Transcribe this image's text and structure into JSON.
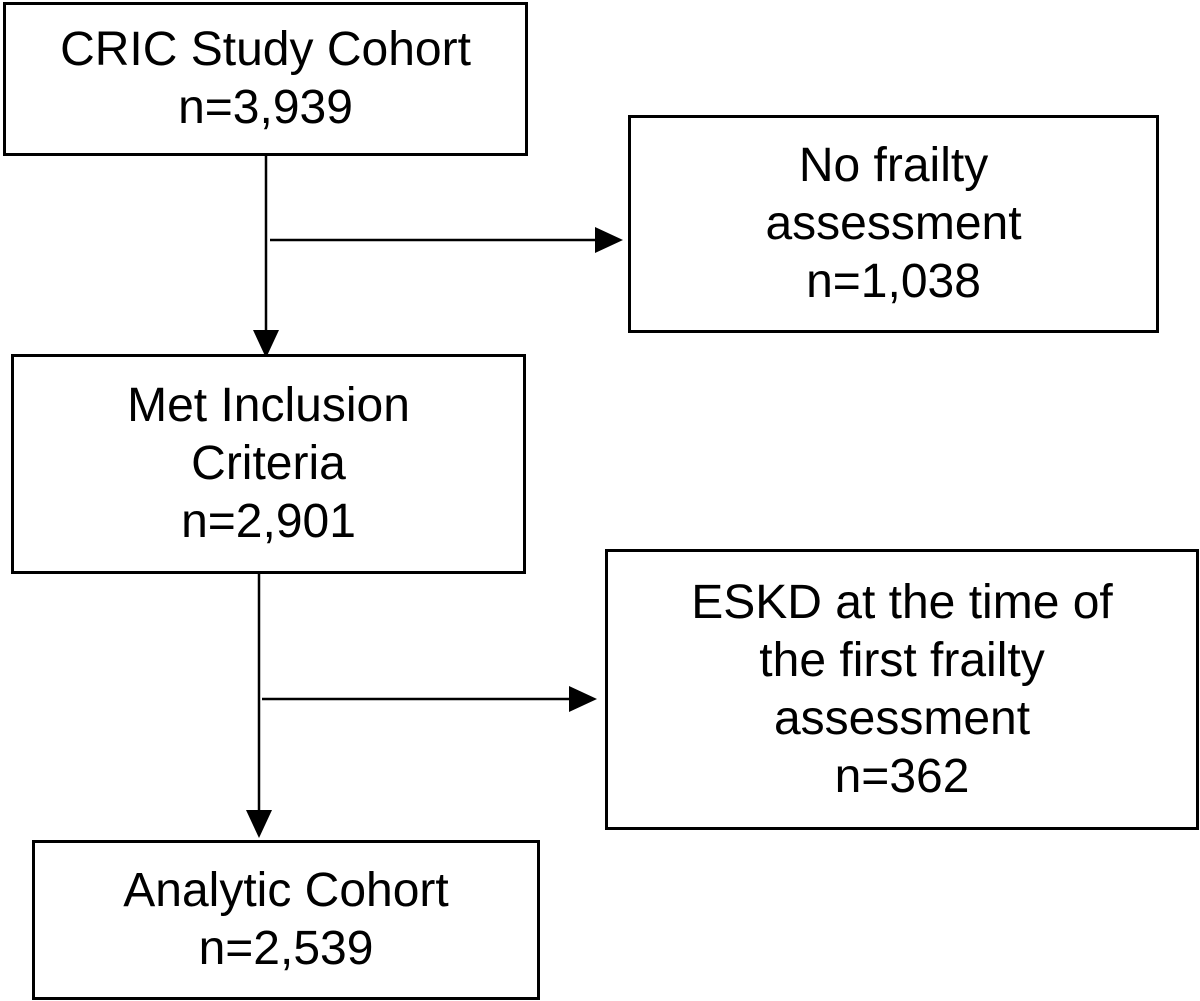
{
  "flowchart": {
    "nodes": [
      {
        "id": "cohort",
        "lines": [
          "CRIC Study Cohort",
          "n=3,939"
        ]
      },
      {
        "id": "no_frailty",
        "lines": [
          "No frailty",
          "assessment",
          "n=1,038"
        ]
      },
      {
        "id": "included",
        "lines": [
          "Met Inclusion",
          "Criteria",
          "n=2,901"
        ]
      },
      {
        "id": "eskd",
        "lines": [
          "ESKD at the time of",
          "the first frailty",
          "assessment",
          "n=362"
        ]
      },
      {
        "id": "analytic",
        "lines": [
          "Analytic Cohort",
          "n=2,539"
        ]
      }
    ],
    "edges": [
      {
        "from": "cohort",
        "to": "included"
      },
      {
        "from": "cohort",
        "to": "no_frailty"
      },
      {
        "from": "included",
        "to": "analytic"
      },
      {
        "from": "included",
        "to": "eskd"
      }
    ]
  }
}
